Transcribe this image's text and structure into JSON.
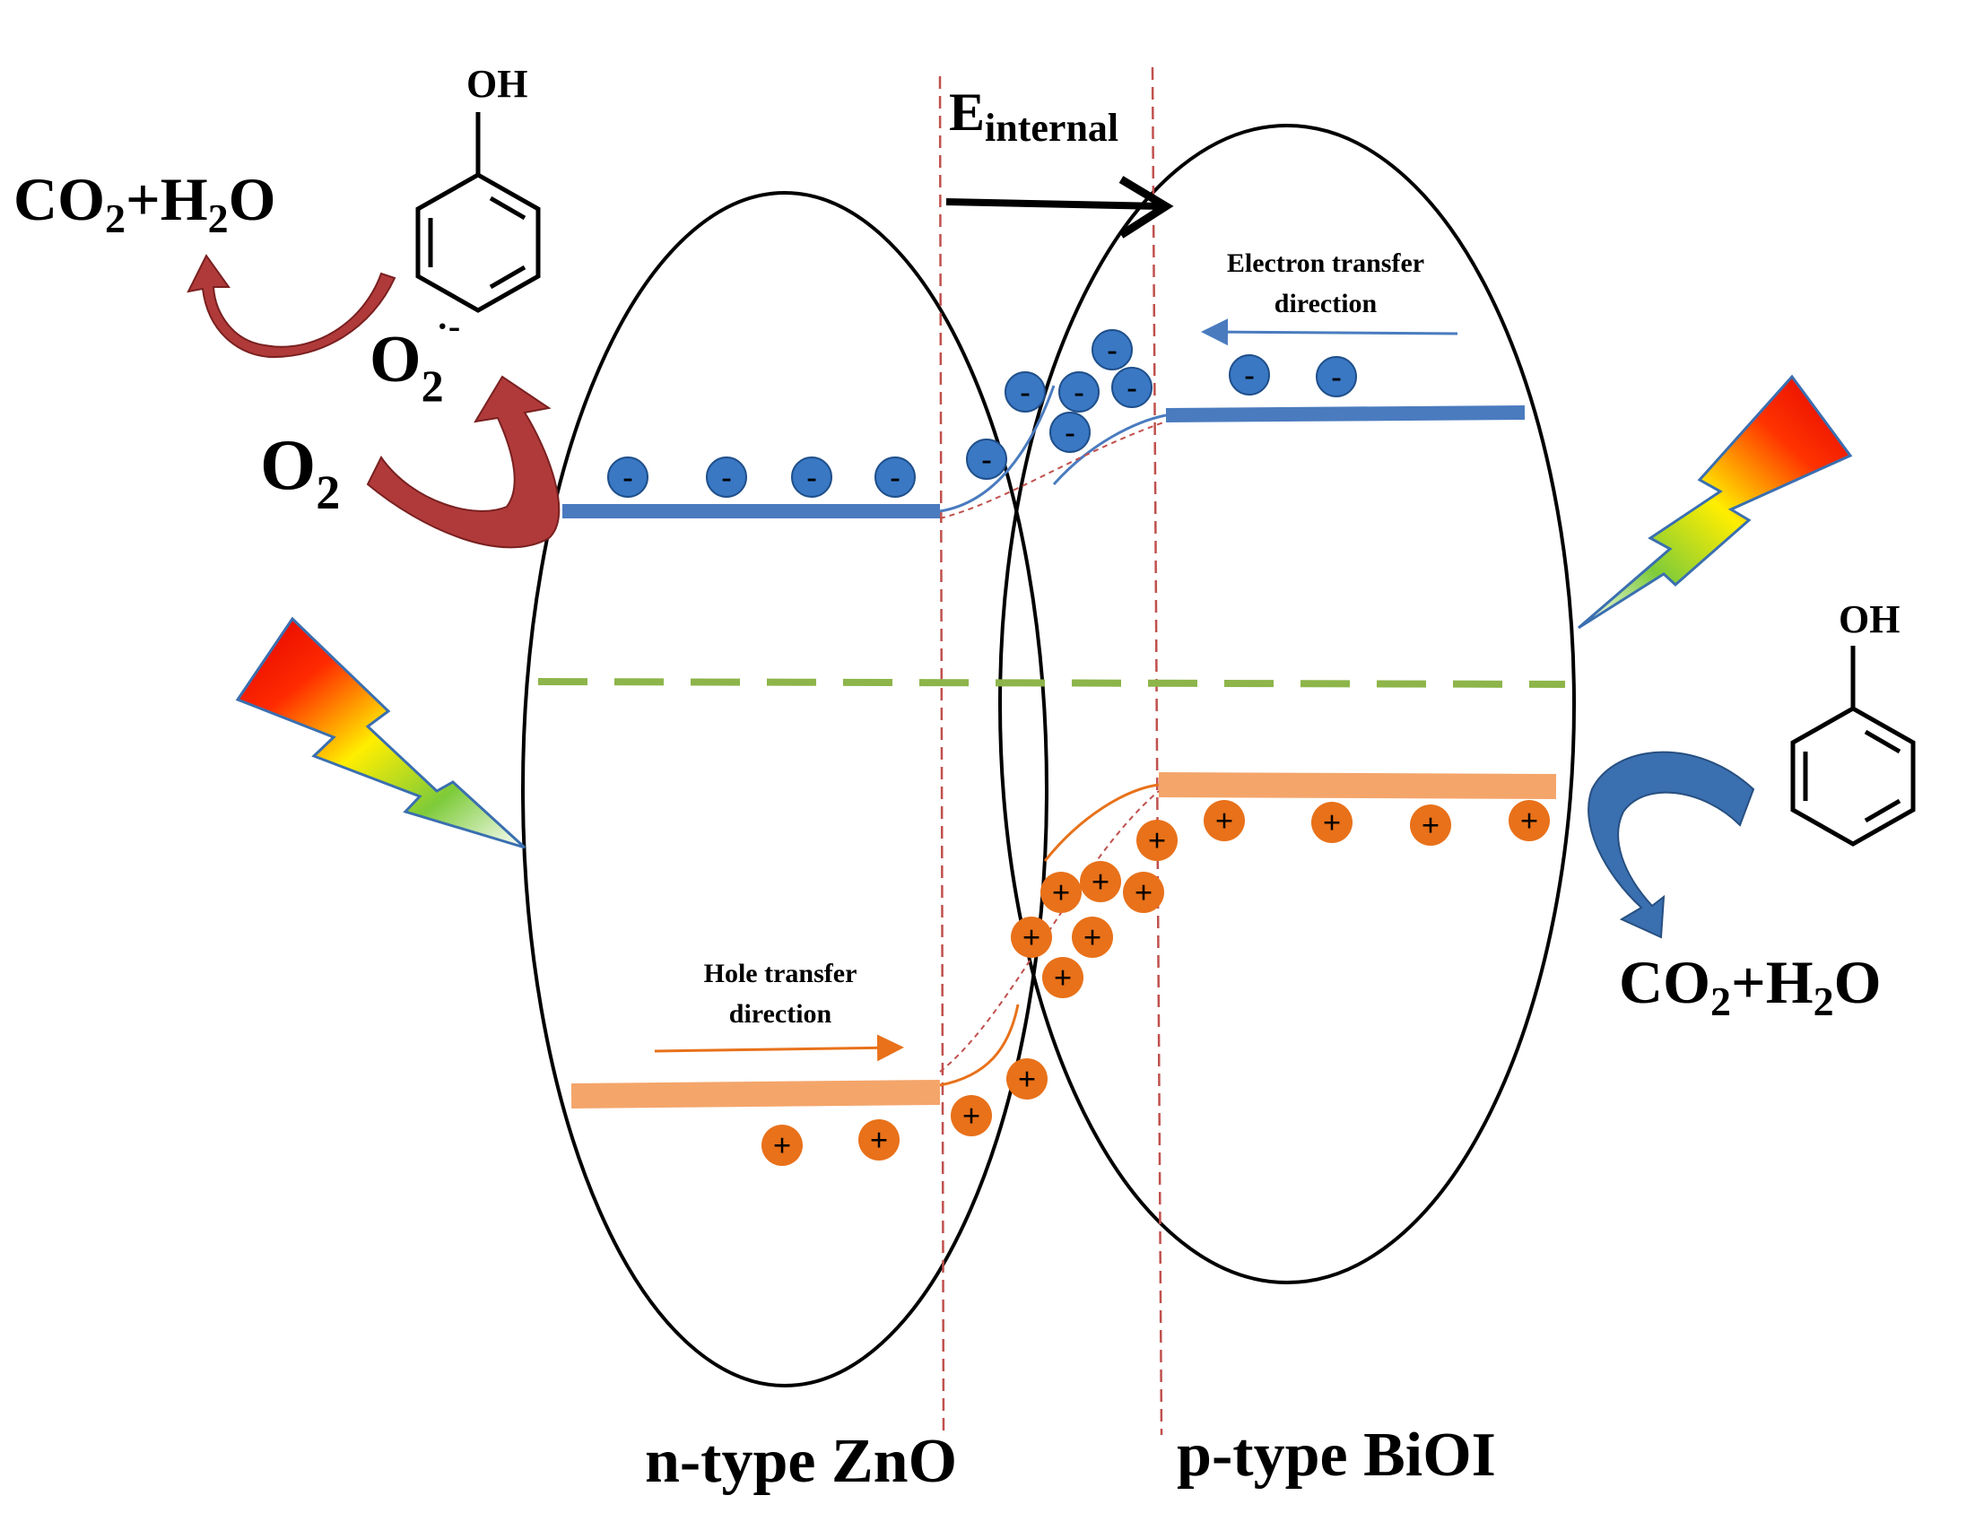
{
  "labels": {
    "e_field_main": "E",
    "e_field_sub": "internal",
    "electron_transfer_line1": "Electron transfer",
    "electron_transfer_line2": "direction",
    "hole_transfer_line1": "Hole transfer",
    "hole_transfer_line2": "direction",
    "n_type": "n-type ZnO",
    "p_type": "p-type BiOI",
    "oh": "OH",
    "o2": "O",
    "o2_sub": "2",
    "superoxide": "O",
    "superoxide_sub": "2",
    "superoxide_sup": "·-",
    "co2_plus_h2o_parts": [
      "CO",
      "2",
      "+H",
      "2",
      "O"
    ],
    "electron_sign": "-",
    "hole_sign": "+"
  },
  "colors": {
    "conduction_band": "#4a7bbf",
    "valence_band": "#f0883e",
    "electron_fill": "#3a78c4",
    "hole_fill": "#e8711a",
    "fermi_level": "#8db54a",
    "junction_line": "#c0504d",
    "red_arrow": "#b03a3a",
    "blue_arrow": "#3a6fb0"
  },
  "icons": [
    "lightning-bolt-icon",
    "phenol-molecule-icon",
    "curved-arrow-icon"
  ]
}
